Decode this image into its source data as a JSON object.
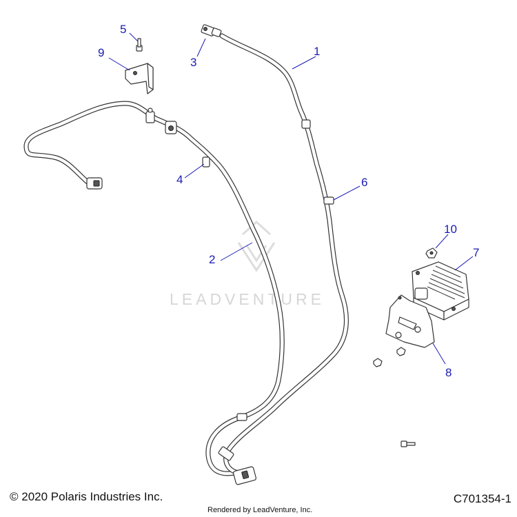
{
  "diagram": {
    "watermark": "LEADVENTURE",
    "callouts": [
      {
        "id": "1",
        "label": "1"
      },
      {
        "id": "2",
        "label": "2"
      },
      {
        "id": "3",
        "label": "3"
      },
      {
        "id": "4",
        "label": "4"
      },
      {
        "id": "5",
        "label": "5"
      },
      {
        "id": "6",
        "label": "6"
      },
      {
        "id": "7",
        "label": "7"
      },
      {
        "id": "8",
        "label": "8"
      },
      {
        "id": "9",
        "label": "9"
      },
      {
        "id": "10",
        "label": "10"
      }
    ]
  },
  "footer": {
    "copyright": "© 2020 Polaris Industries Inc.",
    "reference": "C701354-1",
    "rendered_by": "Rendered by LeadVenture, Inc."
  },
  "colors": {
    "callout": "#1a1ab4",
    "line_art": "#333333",
    "watermark": "#d6d6d6"
  }
}
